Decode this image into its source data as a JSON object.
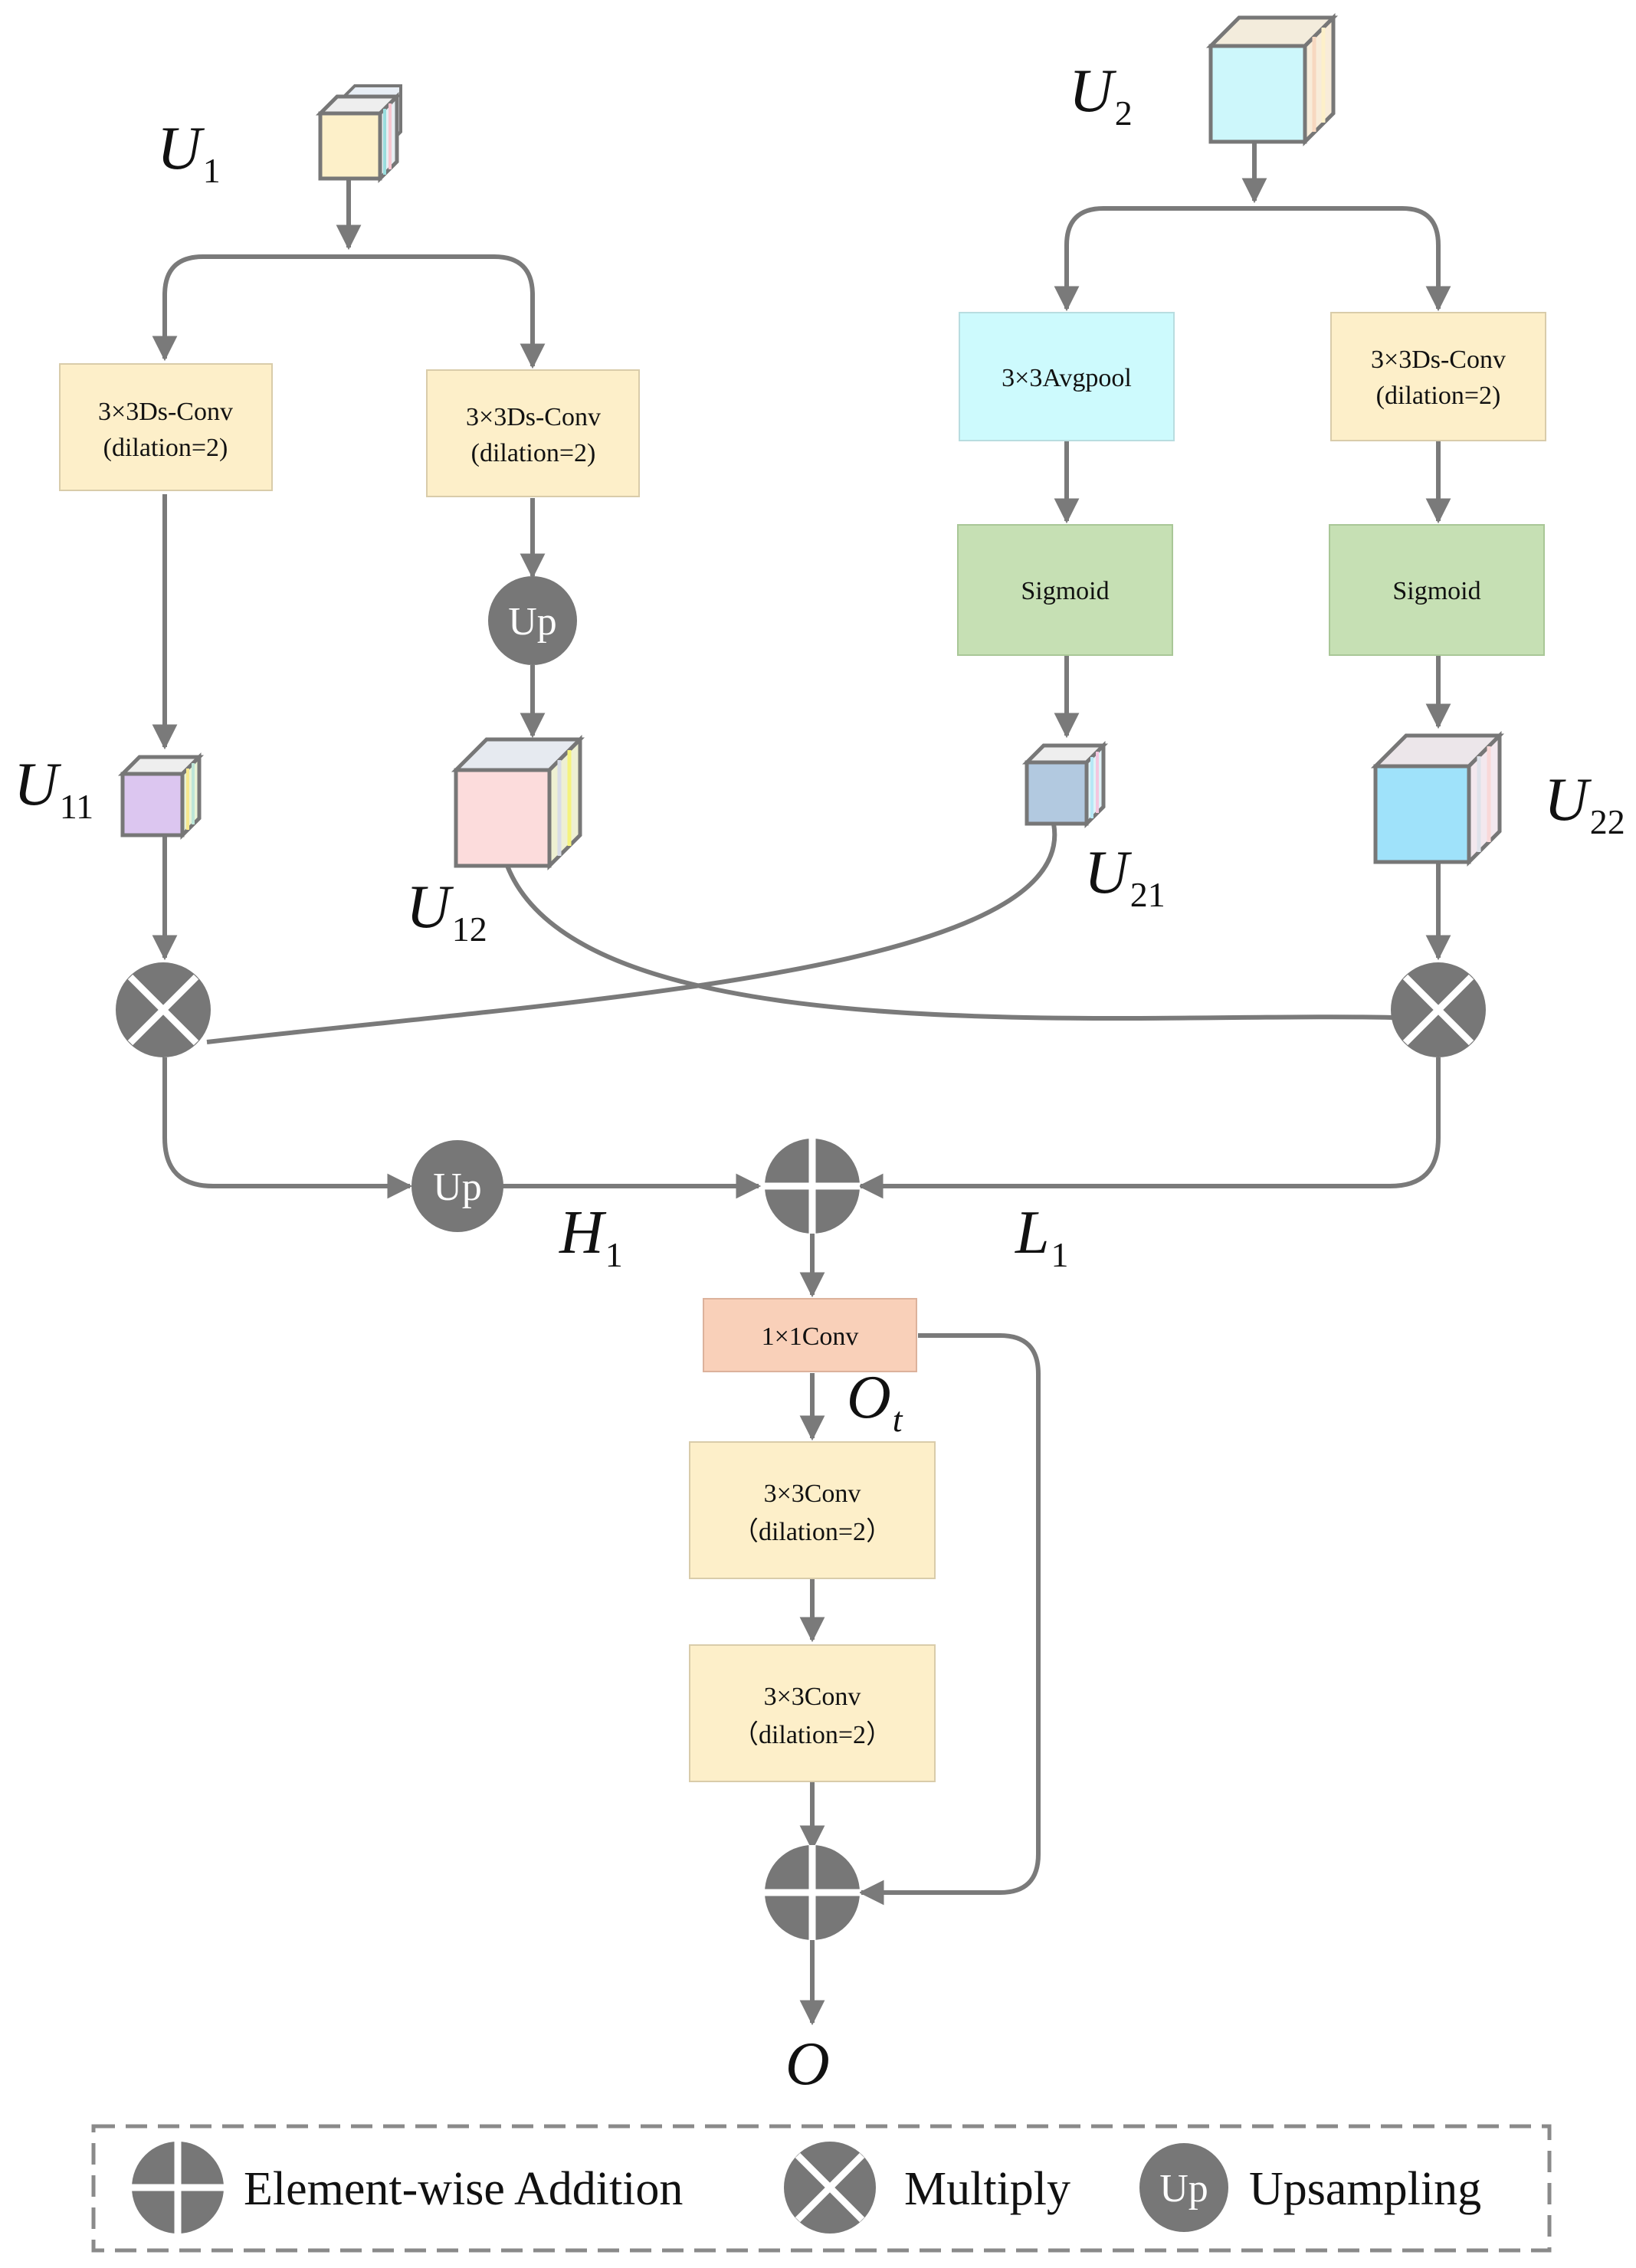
{
  "labels": {
    "u1": "U",
    "u1_sub": "1",
    "u2": "U",
    "u2_sub": "2",
    "u11": "U",
    "u11_sub": "11",
    "u12": "U",
    "u12_sub": "12",
    "u21": "U",
    "u21_sub": "21",
    "u22": "U",
    "u22_sub": "22",
    "h1": "H",
    "h1_sub": "1",
    "l1": "L",
    "l1_sub": "1",
    "ot": "O",
    "ot_sub": "t",
    "o": "O"
  },
  "boxes": {
    "ds_conv_left_a": "3×3Ds-Conv",
    "ds_conv_left_b": "(dilation=2)",
    "ds_conv_mid_a": "3×3Ds-Conv",
    "ds_conv_mid_b": "(dilation=2)",
    "avgpool": "3×3Avgpool",
    "ds_conv_right_a": "3×3Ds-Conv",
    "ds_conv_right_b": "(dilation=2)",
    "sigmoid_left": "Sigmoid",
    "sigmoid_right": "Sigmoid",
    "conv1x1": "1×1Conv",
    "conv3x3_a_1": "3×3Conv",
    "conv3x3_a_2": "（dilation=2）",
    "conv3x3_b_1": "3×3Conv",
    "conv3x3_b_2": "（dilation=2）"
  },
  "up_label": "Up",
  "legend": {
    "addition": "Element-wise Addition",
    "multiply": "Multiply",
    "up": "Up",
    "upsampling": "Upsampling"
  },
  "colors": {
    "wire": "#7a7a7a",
    "node": "#777777",
    "yellow_box": "#fdefc9",
    "cyan_box": "#cdfafd",
    "green_box": "#c6e0b4",
    "orange_box": "#f9d0b9"
  }
}
